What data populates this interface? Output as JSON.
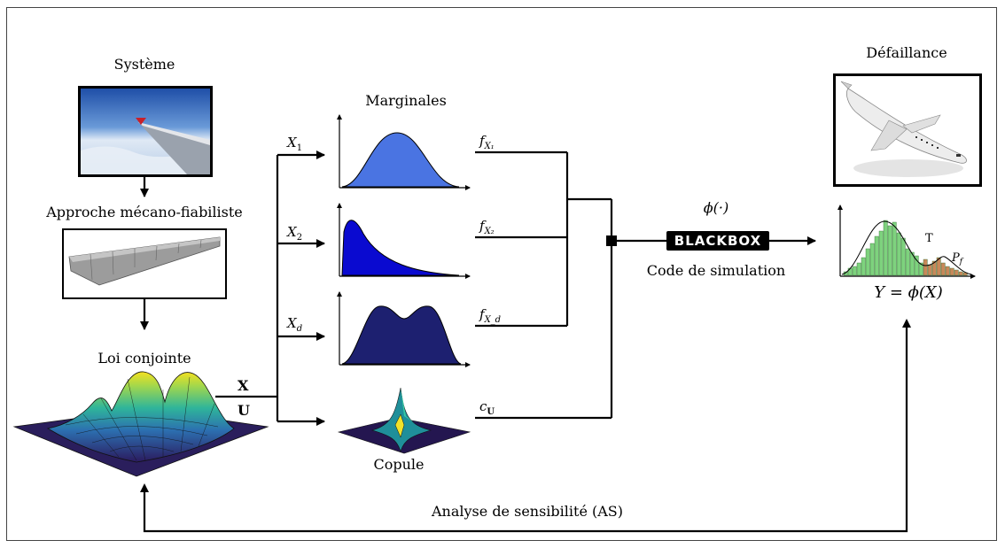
{
  "labels": {
    "systeme": "Système",
    "approche": "Approche mécano-fiabiliste",
    "loi_conjointe": "Loi conjointe",
    "marginales": "Marginales",
    "copule": "Copule",
    "phi": "ϕ(·)",
    "blackbox": "BLACKBOX",
    "code_simulation": "Code de simulation",
    "defaillance": "Défaillance",
    "output_eq": "Y = ϕ(X)",
    "threshold": "T",
    "pf": "P",
    "pf_sub": "f",
    "analyse": "Analyse de sensibilité (AS)"
  },
  "vars": {
    "X": "X",
    "U": "U",
    "X1": "X",
    "X1_sub": "1",
    "X2": "X",
    "X2_sub": "2",
    "Xd": "X",
    "Xd_sub": "d",
    "f": "f",
    "fX1_sub": "X₁",
    "fX2_sub": "X₂",
    "fXd_sub": "X_d",
    "c": "c",
    "cU_sub": "U"
  },
  "colors": {
    "marg1": "#4a74e2",
    "marg2": "#0a0ad0",
    "marg3": "#1d2070",
    "hist_green": "#7ed27e",
    "hist_tail": "#c8885a"
  }
}
